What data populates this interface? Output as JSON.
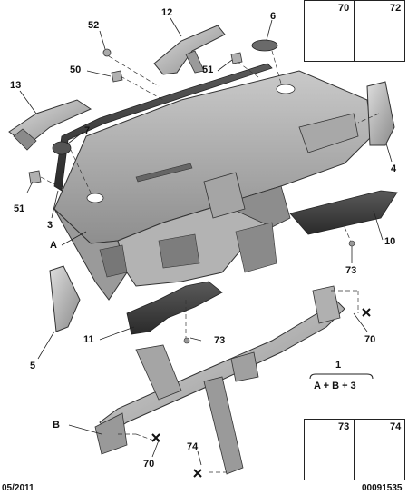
{
  "diagram": {
    "callouts": {
      "c52": "52",
      "c12": "12",
      "c6": "6",
      "c50": "50",
      "c51_top": "51",
      "c13": "13",
      "c7": "7",
      "c51_left": "51",
      "c3": "3",
      "cA": "A",
      "c4": "4",
      "c10": "10",
      "c73_right": "73",
      "c5": "5",
      "c11": "11",
      "c73_mid": "73",
      "c70_right": "70",
      "cB": "B",
      "c70_bottom": "70",
      "c74_bottom": "74"
    },
    "assembly": {
      "number": "1",
      "formula": "A + B + 3"
    },
    "insets": {
      "top": {
        "left": "70",
        "right": "72"
      },
      "bottom": {
        "left": "73",
        "right": "74"
      }
    },
    "footer": {
      "date": "05/2011",
      "reference": "00091535"
    }
  }
}
